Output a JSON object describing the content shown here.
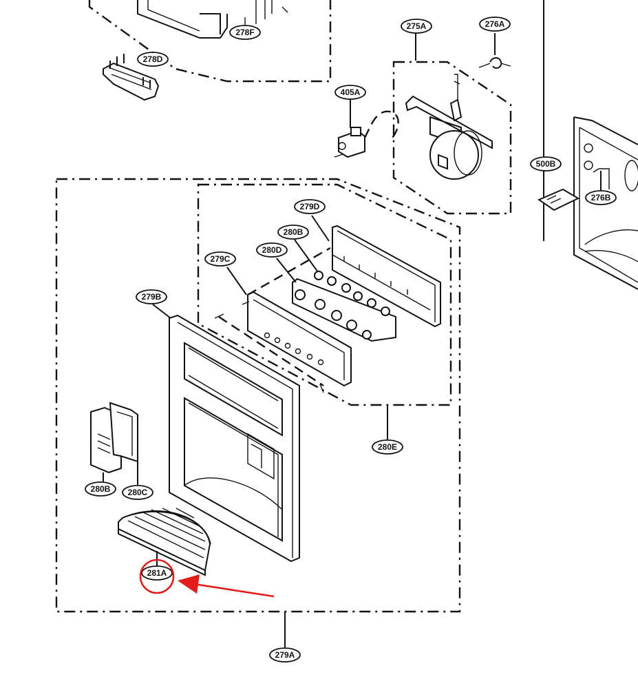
{
  "callouts": {
    "c278F": "278F",
    "c278D": "278D",
    "c275A": "275A",
    "c276A": "276A",
    "c405A": "405A",
    "c500B": "500B",
    "c276B": "276B",
    "c279D": "279D",
    "c280B_top": "280B",
    "c280D": "280D",
    "c279C": "279C",
    "c279B": "279B",
    "c280E": "280E",
    "c280B_left": "280B",
    "c280C": "280C",
    "c281A": "281A",
    "c279A": "279A"
  },
  "highlight": {
    "target": "281A",
    "color": "#e41b1b"
  }
}
